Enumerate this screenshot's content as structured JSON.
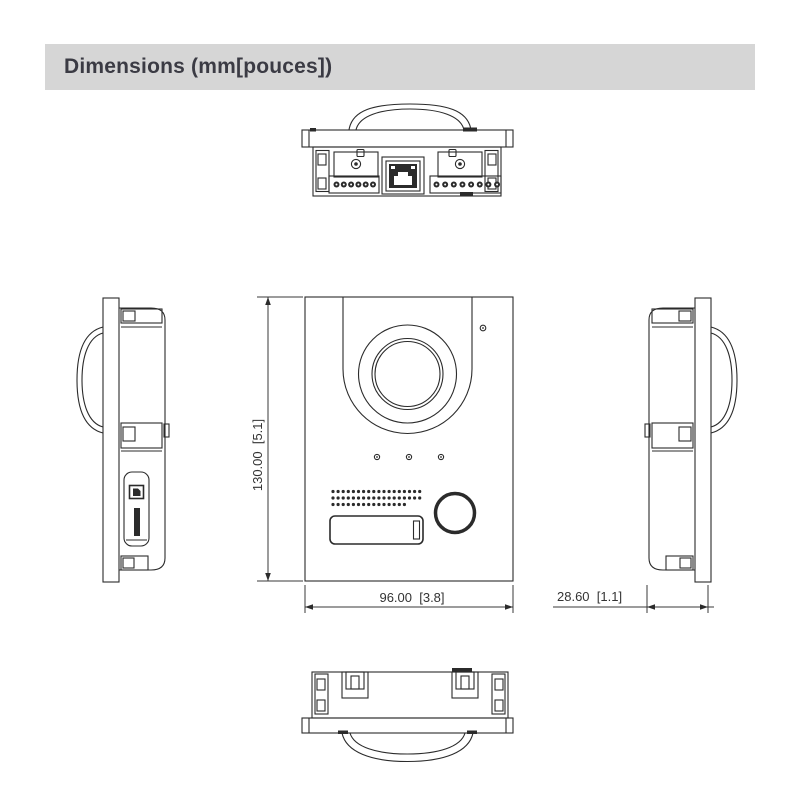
{
  "header": {
    "title": "Dimensions (mm[pouces])"
  },
  "drawing": {
    "dim_height": "130.00  [5.1]",
    "dim_width": "96.00  [3.8]",
    "dim_depth": "28.60  [1.1]"
  },
  "colors": {
    "header_bg": "#d6d6d6",
    "header_text": "#3b3b44",
    "line": "#2b2b2b",
    "background": "#ffffff"
  }
}
